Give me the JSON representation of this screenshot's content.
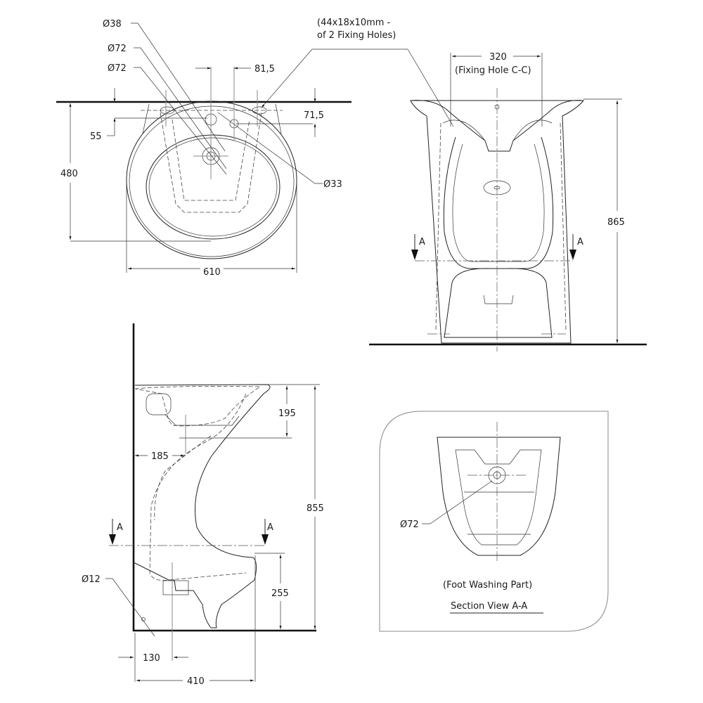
{
  "top_view": {
    "d_38": "Ø38",
    "d_72_a": "Ø72",
    "d_72_b": "Ø72",
    "dim_81_5": "81,5",
    "dim_71_5": "71,5",
    "dim_55": "55",
    "dim_480": "480",
    "dim_610": "610",
    "d_33": "Ø33",
    "fixing_note_line1": "(44x18x10mm -",
    "fixing_note_line2": "of 2 Fixing Holes)"
  },
  "front_view": {
    "dim_320": "320",
    "fixing_cc": "(Fixing Hole C-C)",
    "dim_865": "865",
    "section_left": "A",
    "section_right": "A"
  },
  "side_view": {
    "dim_195": "195",
    "dim_185": "185",
    "dim_855": "855",
    "section_left": "A",
    "section_right": "A",
    "dim_255": "255",
    "d_12": "Ø12",
    "dim_130": "130",
    "dim_410": "410"
  },
  "section_view": {
    "d_72": "Ø72",
    "caption": "(Foot Washing Part)",
    "title": "Section View A-A"
  }
}
